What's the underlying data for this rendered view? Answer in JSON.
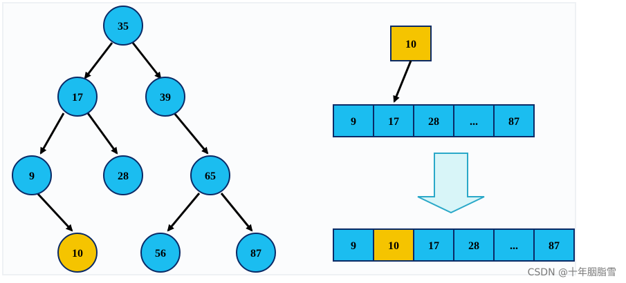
{
  "colors": {
    "node_fill": "#1BBDF0",
    "highlight_fill": "#F5C400",
    "stroke": "#0a2a66",
    "arrow": "#000000",
    "down_arrow_fill": "#D8F5F8",
    "down_arrow_stroke": "#2aa8c8"
  },
  "tree": {
    "nodes": {
      "n35": "35",
      "n17": "17",
      "n39": "39",
      "n9": "9",
      "n28": "28",
      "n65": "65",
      "n10": "10",
      "n56": "56",
      "n87": "87"
    }
  },
  "insert_key": "10",
  "array_before": [
    "9",
    "17",
    "28",
    "...",
    "87"
  ],
  "array_after": [
    "9",
    "10",
    "17",
    "28",
    "...",
    "87"
  ],
  "watermark": "CSDN @十年胭脂雪"
}
